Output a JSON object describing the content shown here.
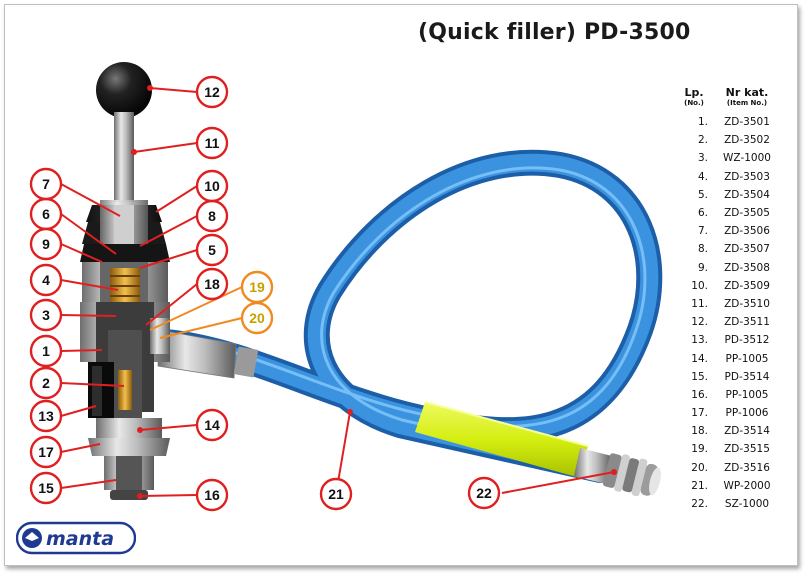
{
  "title": "(Quick filler) PD-3500",
  "table": {
    "col1_label": "Lp.",
    "col1_sub": "(No.)",
    "col2_label": "Nr kat.",
    "col2_sub": "(Item No.)",
    "rows": [
      {
        "no": "1.",
        "item": "ZD-3501"
      },
      {
        "no": "2.",
        "item": "ZD-3502"
      },
      {
        "no": "3.",
        "item": "WZ-1000"
      },
      {
        "no": "4.",
        "item": "ZD-3503"
      },
      {
        "no": "5.",
        "item": "ZD-3504"
      },
      {
        "no": "6.",
        "item": "ZD-3505"
      },
      {
        "no": "7.",
        "item": "ZD-3506"
      },
      {
        "no": "8.",
        "item": "ZD-3507"
      },
      {
        "no": "9.",
        "item": "ZD-3508"
      },
      {
        "no": "10.",
        "item": "ZD-3509"
      },
      {
        "no": "11.",
        "item": "ZD-3510"
      },
      {
        "no": "12.",
        "item": "ZD-3511"
      },
      {
        "no": "13.",
        "item": "PD-3512"
      },
      {
        "no": "14.",
        "item": "PP-1005"
      },
      {
        "no": "15.",
        "item": "PD-3514"
      },
      {
        "no": "16.",
        "item": "PP-1005"
      },
      {
        "no": "17.",
        "item": "PP-1006"
      },
      {
        "no": "18.",
        "item": "ZD-3514"
      },
      {
        "no": "19.",
        "item": "ZD-3515"
      },
      {
        "no": "20.",
        "item": "ZD-3516"
      },
      {
        "no": "21.",
        "item": "WP-2000"
      },
      {
        "no": "22.",
        "item": "SZ-1000"
      }
    ]
  },
  "callouts": [
    {
      "label": "1",
      "color": "#e02020",
      "text_color": "#111111"
    },
    {
      "label": "2",
      "color": "#e02020",
      "text_color": "#111111"
    },
    {
      "label": "3",
      "color": "#e02020",
      "text_color": "#111111"
    },
    {
      "label": "4",
      "color": "#e02020",
      "text_color": "#111111"
    },
    {
      "label": "5",
      "color": "#e02020",
      "text_color": "#111111"
    },
    {
      "label": "6",
      "color": "#e02020",
      "text_color": "#111111"
    },
    {
      "label": "7",
      "color": "#e02020",
      "text_color": "#111111"
    },
    {
      "label": "8",
      "color": "#e02020",
      "text_color": "#111111"
    },
    {
      "label": "9",
      "color": "#e02020",
      "text_color": "#111111"
    },
    {
      "label": "10",
      "color": "#e02020",
      "text_color": "#111111"
    },
    {
      "label": "11",
      "color": "#e02020",
      "text_color": "#111111"
    },
    {
      "label": "12",
      "color": "#e02020",
      "text_color": "#111111"
    },
    {
      "label": "13",
      "color": "#e02020",
      "text_color": "#111111"
    },
    {
      "label": "14",
      "color": "#e02020",
      "text_color": "#111111"
    },
    {
      "label": "15",
      "color": "#e02020",
      "text_color": "#111111"
    },
    {
      "label": "16",
      "color": "#e02020",
      "text_color": "#111111"
    },
    {
      "label": "17",
      "color": "#e02020",
      "text_color": "#111111"
    },
    {
      "label": "18",
      "color": "#e02020",
      "text_color": "#111111"
    },
    {
      "label": "19",
      "color": "#f08a20",
      "text_color": "#c8a000"
    },
    {
      "label": "20",
      "color": "#f08a20",
      "text_color": "#c8a000"
    },
    {
      "label": "21",
      "color": "#e02020",
      "text_color": "#111111"
    },
    {
      "label": "22",
      "color": "#e02020",
      "text_color": "#111111"
    }
  ],
  "logo_text": "manta",
  "colors": {
    "callout_red": "#e02020",
    "callout_orange": "#f08a20",
    "hose_blue": "#2f86d6",
    "sleeve_yellow": "#d8f020",
    "logo_blue": "#1f3a93"
  }
}
